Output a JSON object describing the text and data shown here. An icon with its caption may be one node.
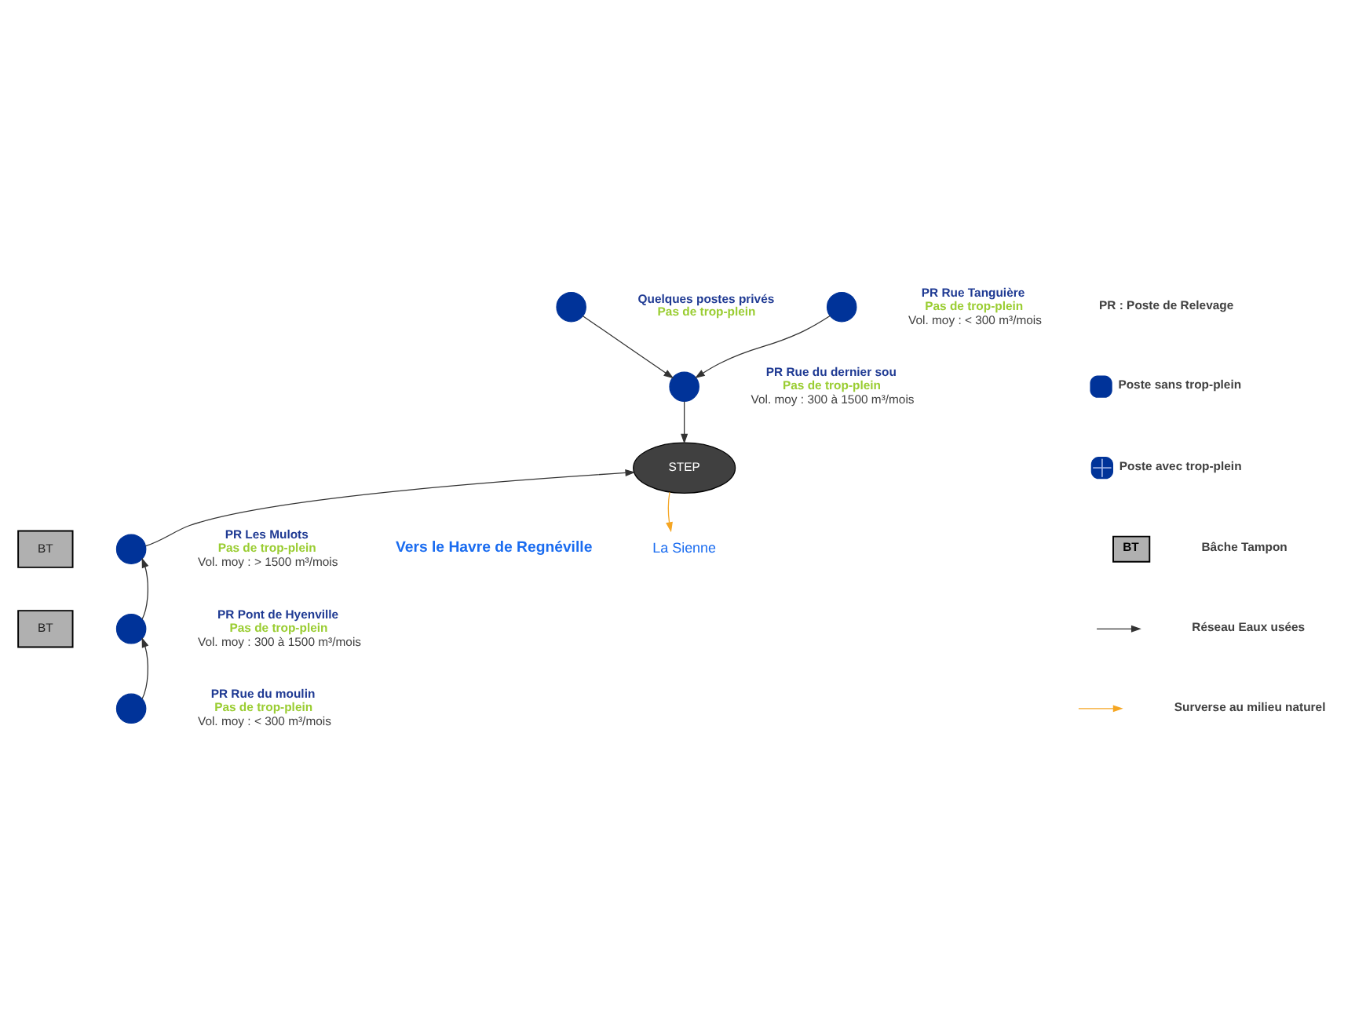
{
  "diagram": {
    "nodes": [
      {
        "text": [],
        "shape": "circle",
        "beside": [
          "Quelques postes privés",
          "Pas de trop-plein"
        ]
      },
      {
        "text": [],
        "shape": "circle",
        "beside": [
          "PR Rue Tanguière",
          "Pas de trop-plein",
          "Vol. moy : < 300 m³/mois"
        ]
      },
      {
        "text": [],
        "shape": "circle",
        "beside": [
          "PR Rue du dernier sou",
          "Pas de trop-plein",
          "Vol. moy : 300 à 1500 m³/mois"
        ]
      },
      {
        "text": [
          "STEP"
        ]
      },
      {
        "text": [],
        "shape": "circle",
        "beside": [
          "PR Les Mulots",
          "Pas de trop-plein",
          "Vol. moy : > 1500 m³/mois"
        ]
      },
      {
        "text": [
          "BT"
        ]
      },
      {
        "text": [],
        "shape": "circle",
        "beside": [
          "PR Pont de Hyenville",
          "Pas de trop-plein",
          "Vol. moy : 300 à 1500 m³/mois"
        ]
      },
      {
        "text": [
          "BT"
        ]
      },
      {
        "text": [],
        "shape": "circle",
        "beside": [
          "PR Rue du moulin",
          "Pas de trop-plein",
          "Vol. moy : < 300 m³/mois"
        ]
      },
      {
        "text": [
          "La Sienne"
        ]
      }
    ],
    "edges": [
      {
        "from": 0,
        "to": 2,
        "arrow": "to"
      },
      {
        "from": 1,
        "to": 2,
        "arrow": "to"
      },
      {
        "from": 2,
        "to": 3,
        "arrow": "to"
      },
      {
        "from": 4,
        "to": 3,
        "arrow": "to"
      },
      {
        "from": 6,
        "to": 4,
        "arrow": "to"
      },
      {
        "from": 8,
        "to": 6,
        "arrow": "to"
      },
      {
        "from": 3,
        "to": 9,
        "arrow": "to",
        "color": "#f5a623"
      }
    ],
    "labels": [
      "Vers le Havre de Regnéville",
      "PR : Poste de Relevage",
      "BT"
    ],
    "legend": [
      {
        "text": "Poste sans trop-plein",
        "color": "#003399"
      },
      {
        "text": "Poste avec trop-plein",
        "color": "#003399"
      },
      {
        "text": "Bâche Tampon",
        "color": "#b0b0b0"
      },
      {
        "text": "Réseau Eaux usées"
      },
      {
        "text": "Surverse au milieu naturel"
      }
    ]
  }
}
